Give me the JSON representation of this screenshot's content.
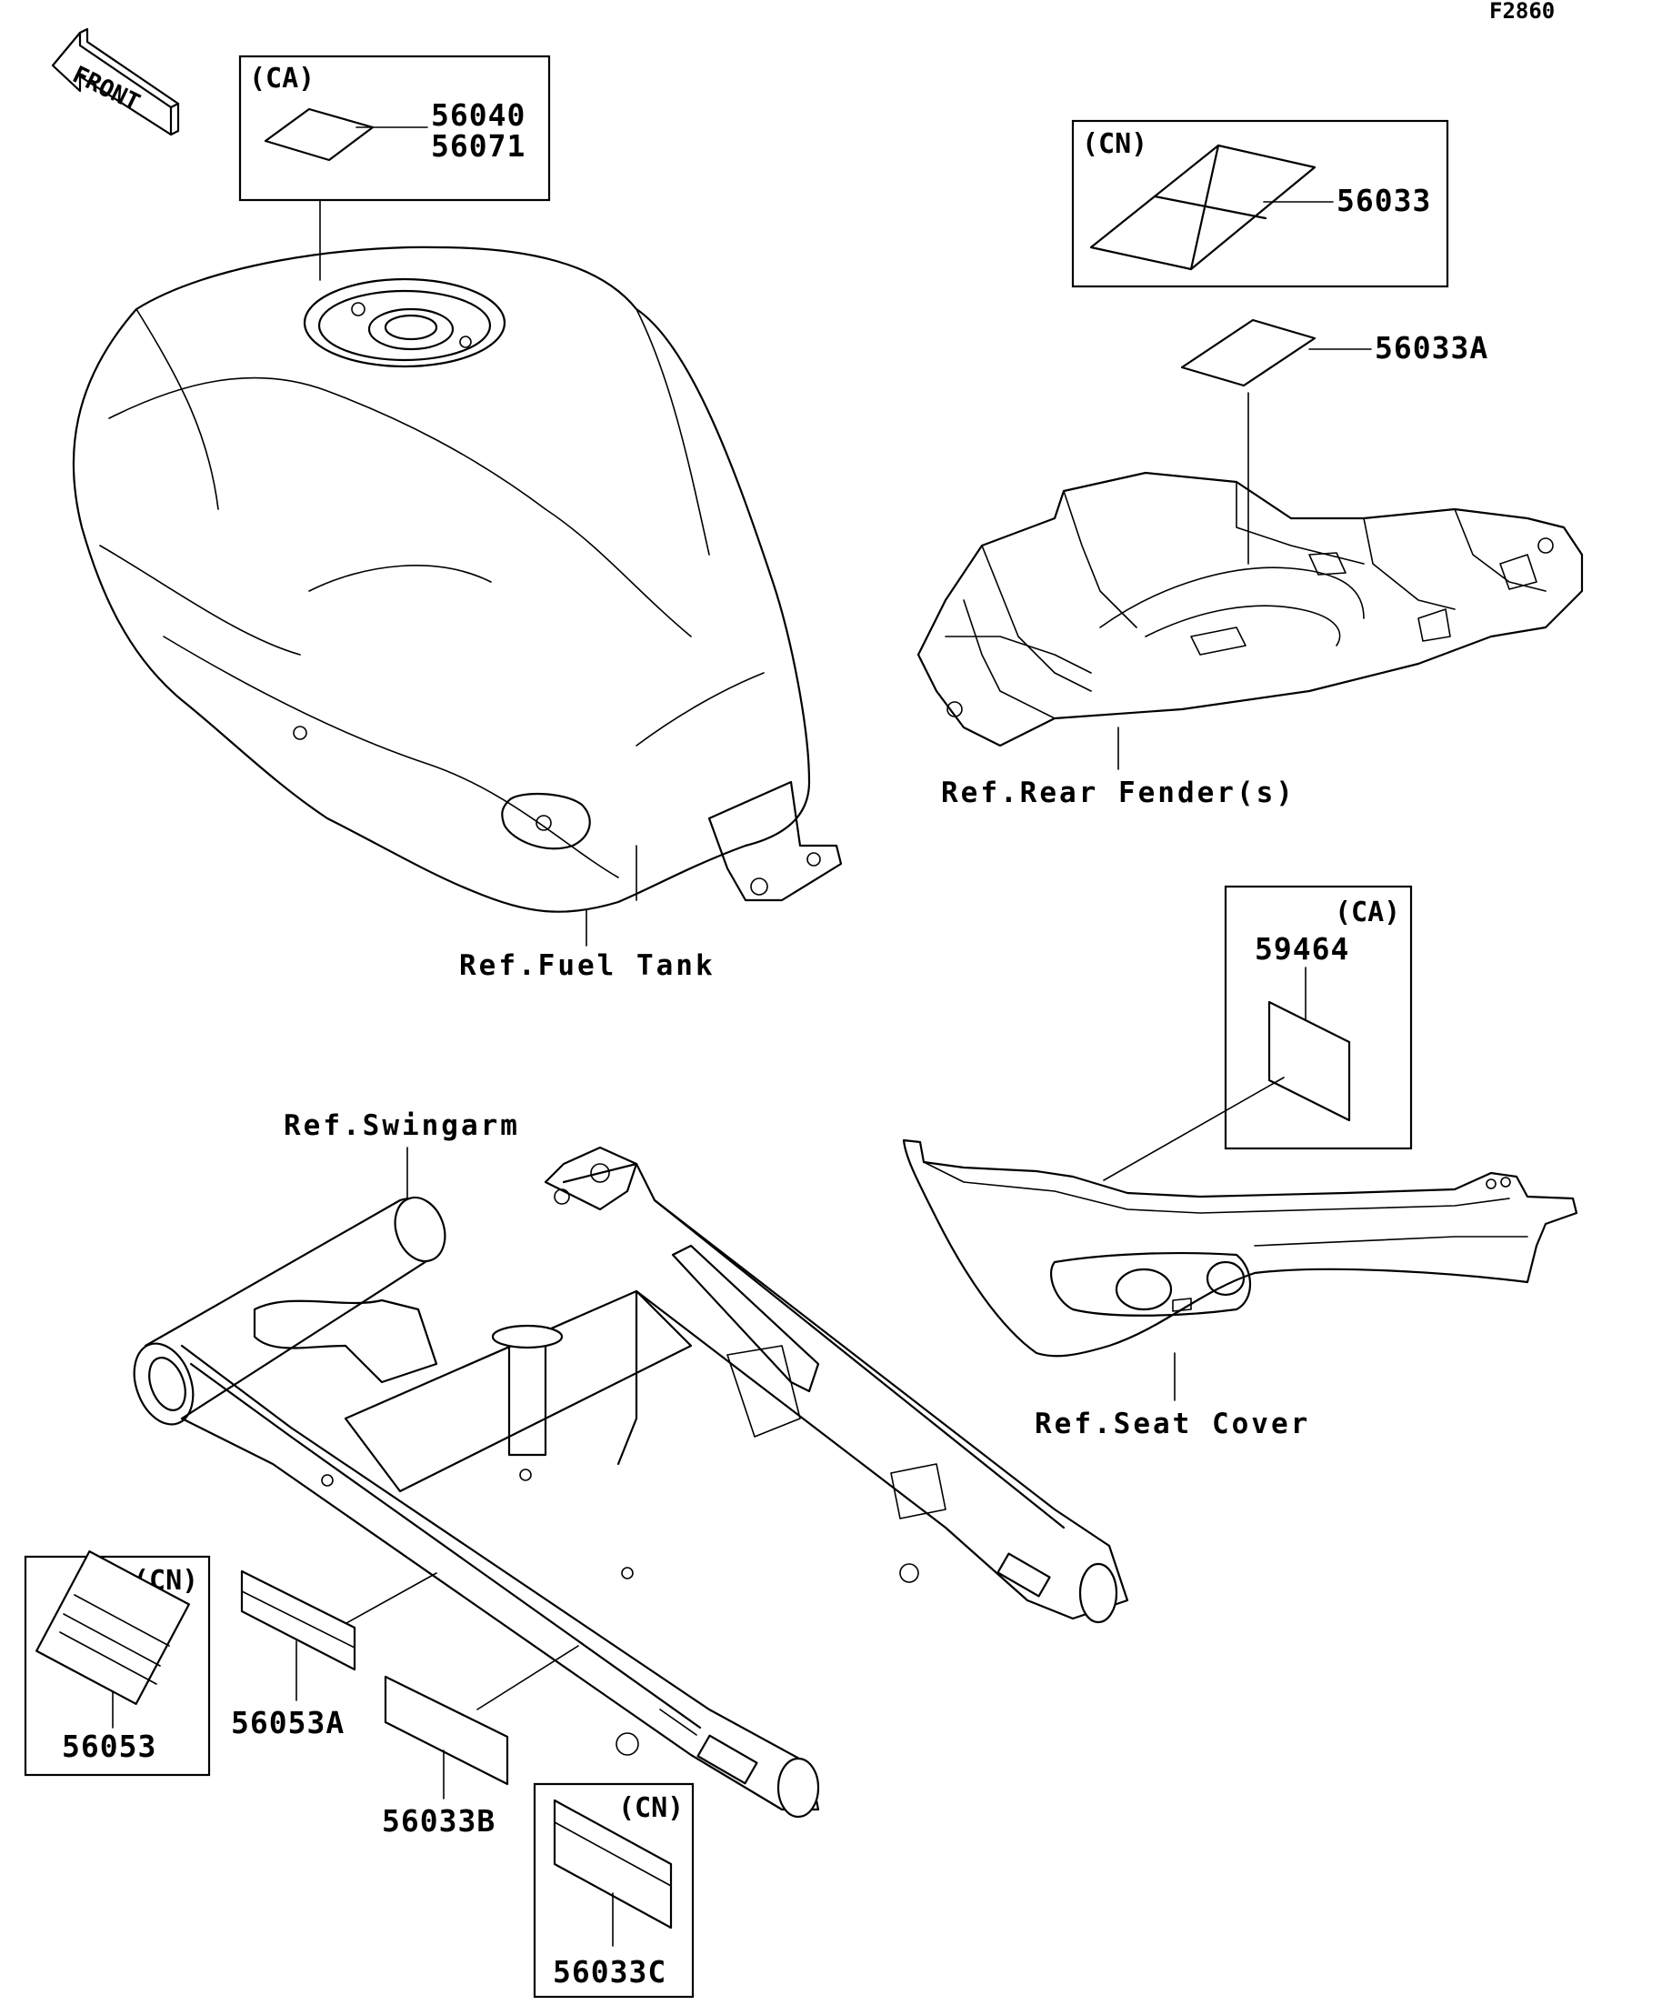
{
  "figure_code": "F2860",
  "direction_label": "FRONT",
  "boxes": {
    "tank_label": {
      "region": "(CA)",
      "parts": [
        "56040",
        "56071"
      ]
    },
    "fender_label": {
      "region": "(CN)",
      "part": "56033"
    },
    "seat_label": {
      "region": "(CA)",
      "part": "59464"
    },
    "swingarm_left": {
      "region": "(CN)",
      "part": "56053"
    },
    "swingarm_bottom": {
      "region": "(CN)",
      "part": "56033C"
    }
  },
  "parts": {
    "p56033A": "56033A",
    "p56053A": "56053A",
    "p56033B": "56033B"
  },
  "refs": {
    "fuel_tank": "Ref.Fuel Tank",
    "rear_fender": "Ref.Rear Fender(s)",
    "swingarm": "Ref.Swingarm",
    "seat_cover": "Ref.Seat Cover"
  }
}
